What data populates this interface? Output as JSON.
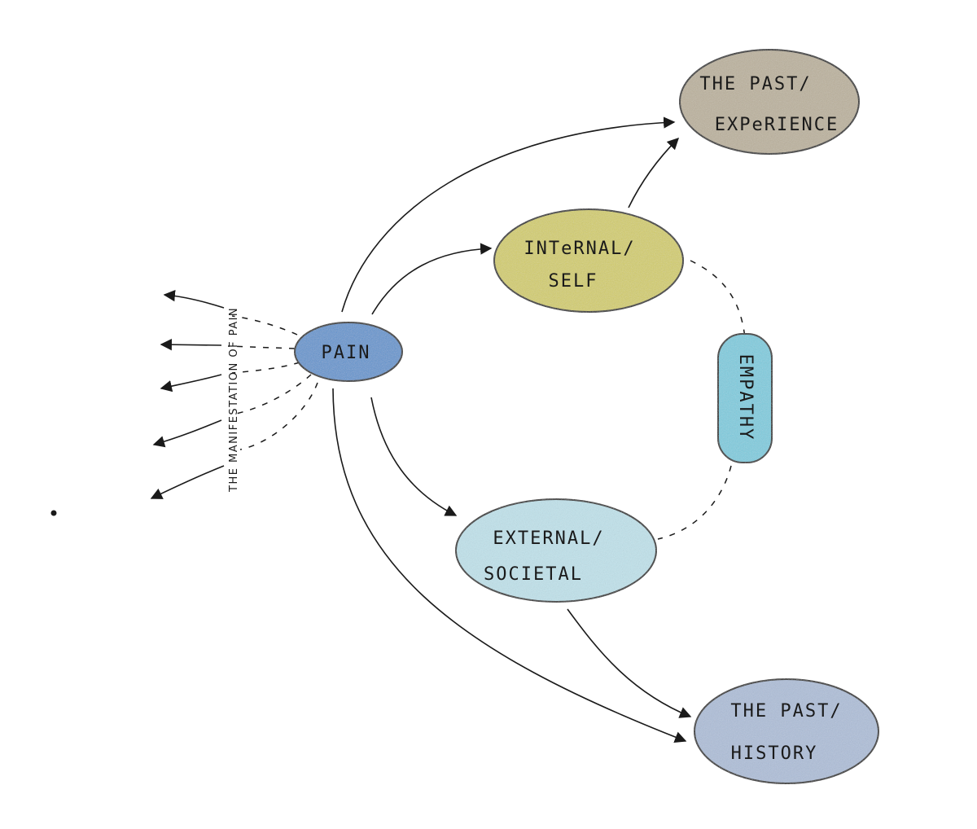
{
  "nodes": {
    "pain": {
      "label": "PAIN",
      "color": "#4a86c8"
    },
    "internal": {
      "line1": "INTeRNAL/",
      "line2": "SELF",
      "color": "#cfc95a"
    },
    "external": {
      "line1": "EXTERNAL/",
      "line2": "SOCIETAL",
      "color": "#b9e0ea"
    },
    "past_experience": {
      "line1": "THE PAST/",
      "line2": "EXPeRIENCE",
      "color": "#b5aa92"
    },
    "past_history": {
      "line1": "THE PAST/",
      "line2": "HISTORY",
      "color": "#a5b8d5"
    },
    "empathy": {
      "label": "EMPATHY",
      "color": "#6fc8dc"
    }
  },
  "manifestation_label": "THE MANIFESTATION OF PAIN"
}
